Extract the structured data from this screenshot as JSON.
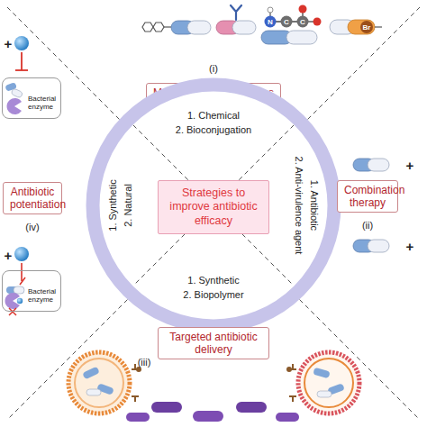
{
  "diagram": {
    "nodes": [
      {
        "text": [
          "Modification of antibiotics"
        ]
      },
      {
        "text": [
          "1. Chemical",
          "2. Bioconjugation",
          "1. Antibiotic",
          "2. Anti-virulence agent",
          "1. Synthetic",
          "2. Biopolymer",
          "1. Synthetic",
          "2. Natural"
        ]
      },
      {
        "text": [
          "Strategies to improve antibiotic efficacy"
        ],
        "in": 1
      },
      {
        "text": [
          "Antibiotic potentiation"
        ]
      },
      {
        "text": [
          "Combination therapy"
        ]
      },
      {
        "text": [
          "Targeted antibiotic delivery"
        ]
      },
      {
        "text": [
          "Bacterial enzyme"
        ]
      },
      {
        "text": [
          "Bacterial enzyme"
        ]
      }
    ],
    "labels": [
      "(i)",
      "Br",
      "N",
      "C",
      "C",
      "+",
      "+",
      "(iv)",
      "(ii)",
      "+",
      "+",
      "(iii)"
    ]
  }
}
